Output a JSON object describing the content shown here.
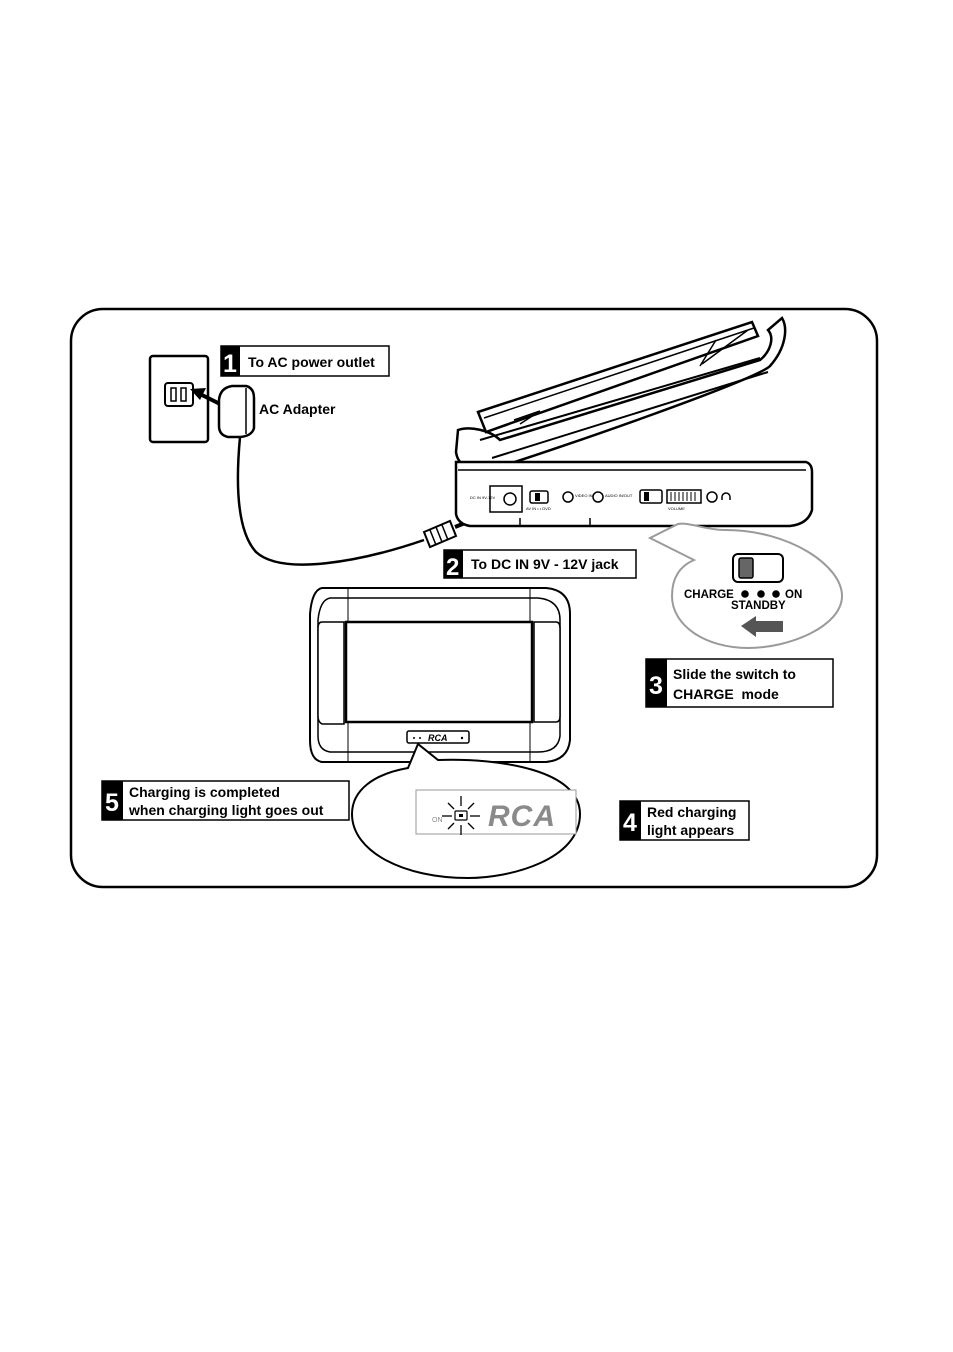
{
  "steps": [
    {
      "number": "1",
      "text": "To AC power outlet"
    },
    {
      "number": "2",
      "text": "To DC IN 9V - 12V jack"
    },
    {
      "number": "3",
      "line1": "Slide the switch to",
      "line2": "CHARGE  mode"
    },
    {
      "number": "4",
      "line1": "Red charging",
      "line2": "light appears"
    },
    {
      "number": "5",
      "line1": "Charging is completed",
      "line2": "when charging light goes out"
    }
  ],
  "adapter_label": "AC Adapter",
  "switch": {
    "charge": "CHARGE",
    "on": "ON",
    "standby": "STANDBY"
  },
  "panel_labels": {
    "dc_in": "DC IN 9V-12V",
    "av": "AV IN • • DVD",
    "video": "VIDEO IN/OUT",
    "audio": "AUDIO IN/OUT",
    "volume": "VOLUME"
  },
  "brand": "RCA",
  "indicator_on": "ON",
  "colors": {
    "line": "#000000",
    "bubble": "#9a9a9a",
    "arrow": "#555555",
    "logo_gray": "#8a8a8a"
  }
}
